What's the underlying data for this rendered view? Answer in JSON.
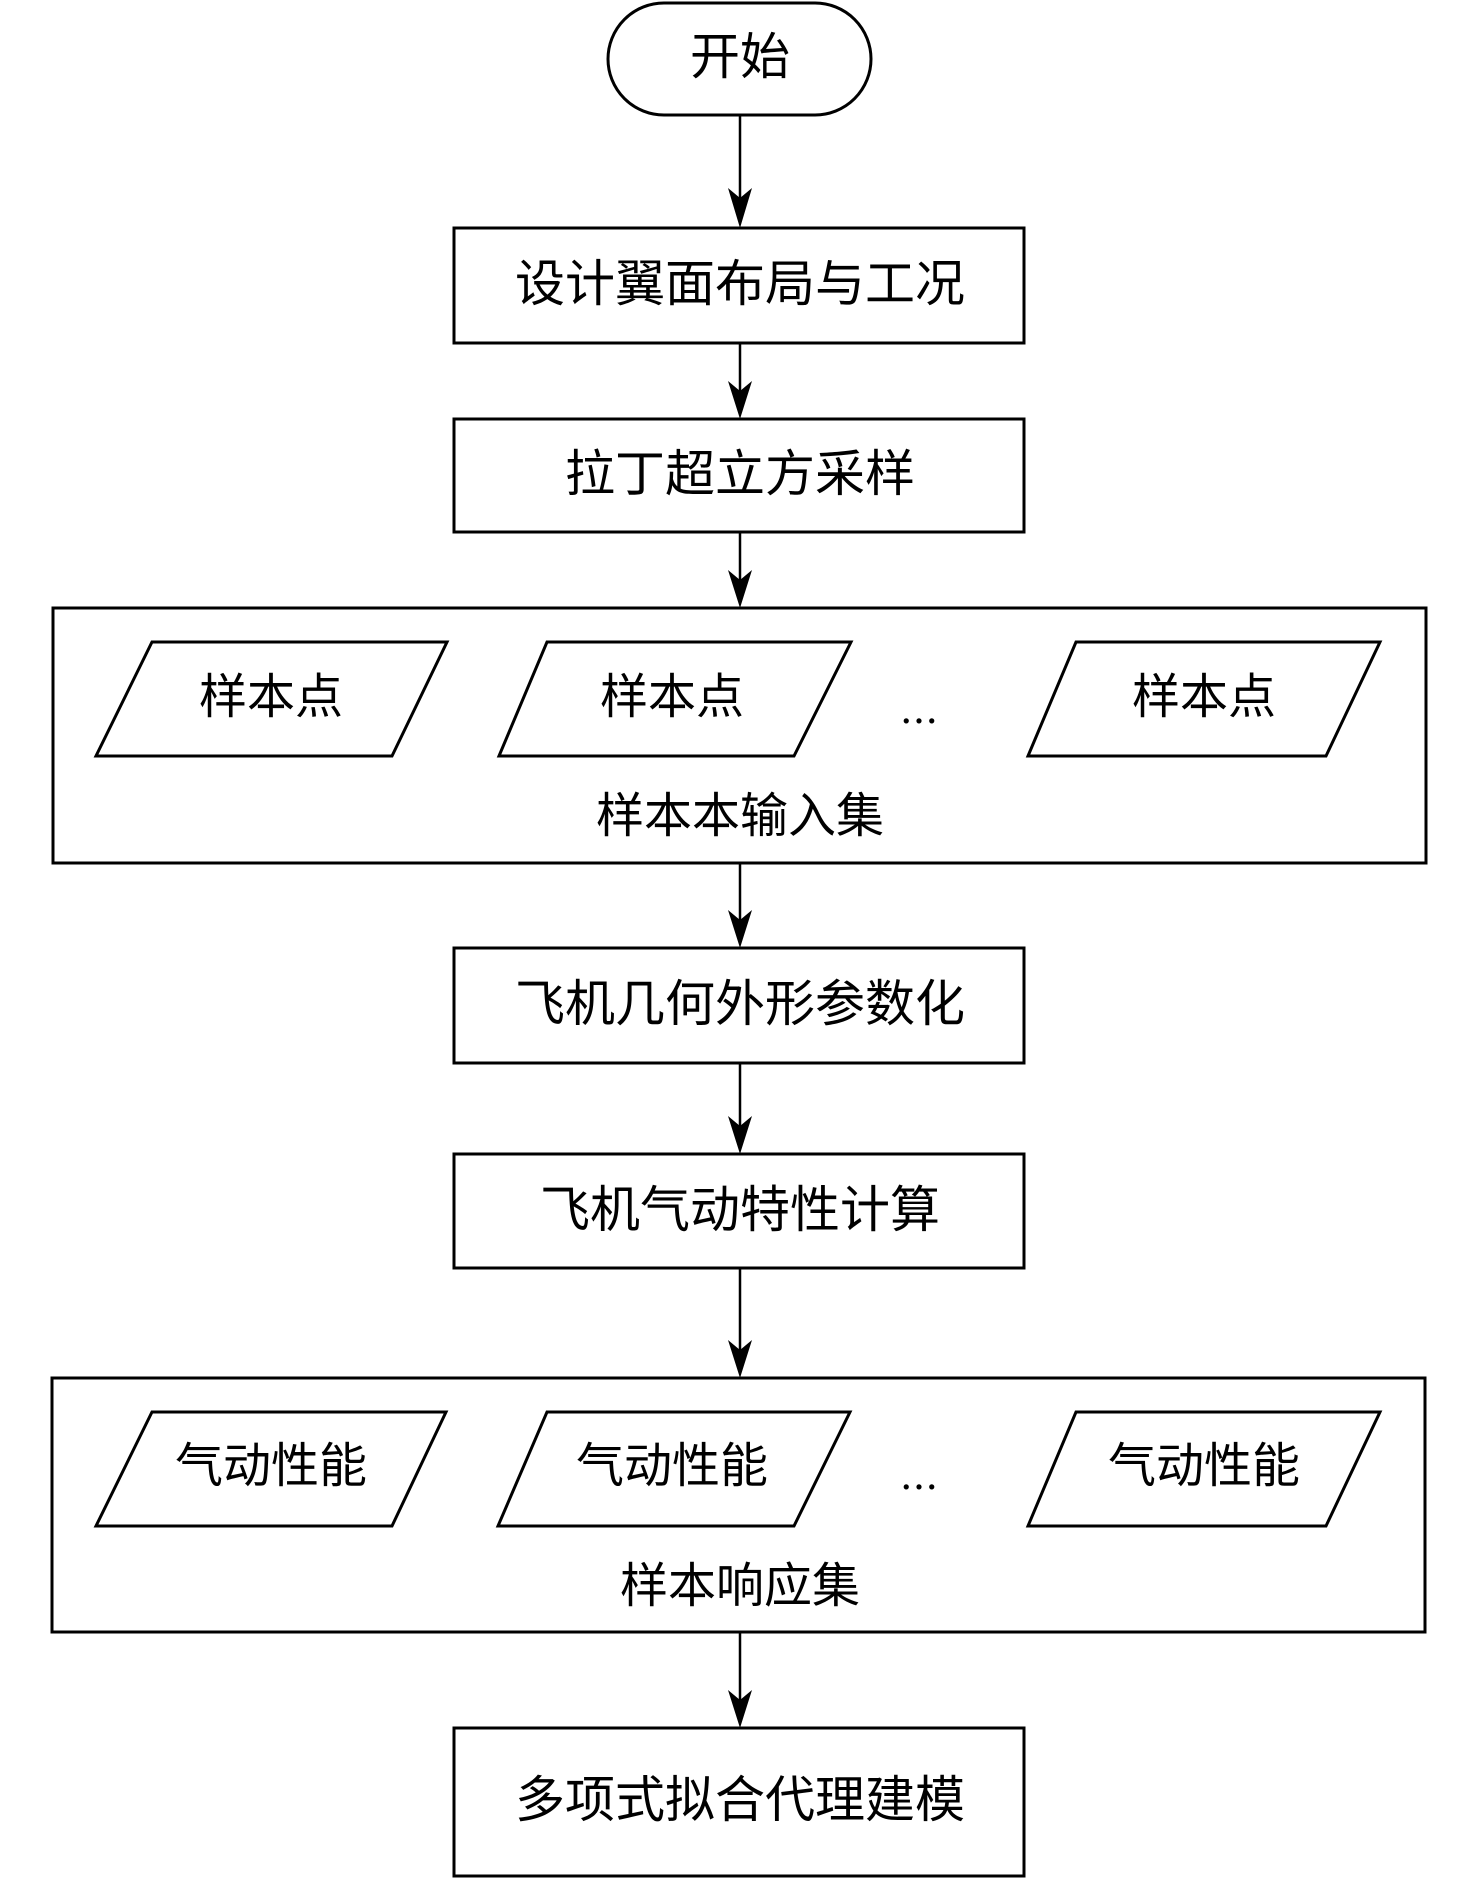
{
  "diagram": {
    "start": {
      "label": "开始"
    },
    "steps": [
      {
        "label": "设计翼面布局与工况"
      },
      {
        "label": "拉丁超立方采样"
      }
    ],
    "input_set": {
      "label": "样本本输入集",
      "items": [
        "样本点",
        "样本点",
        "样本点"
      ],
      "ellipsis": "..."
    },
    "middle_steps": [
      {
        "label": "飞机几何外形参数化"
      },
      {
        "label": "飞机气动特性计算"
      }
    ],
    "response_set": {
      "label": "样本响应集",
      "items": [
        "气动性能",
        "气动性能",
        "气动性能"
      ],
      "ellipsis": "..."
    },
    "final_step": {
      "label": "多项式拟合代理建模"
    },
    "colors": {
      "stroke": "#000000",
      "fill": "#ffffff"
    }
  }
}
